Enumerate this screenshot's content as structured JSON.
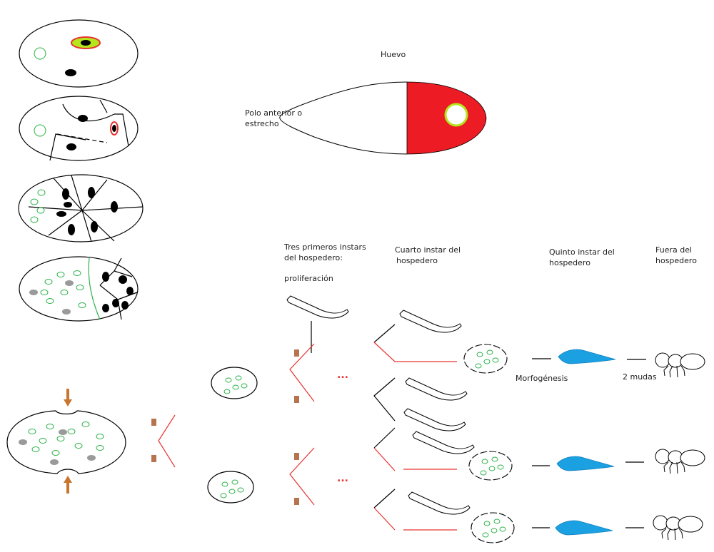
{
  "title": "Huevo",
  "egg_label": [
    "Polo anterior o",
    "estrecho"
  ],
  "columns": {
    "first": [
      "Tres primeros instars",
      "del hospedero:"
    ],
    "first_sub": "proliferación",
    "fourth": [
      "Cuarto instar del",
      "hospedero"
    ],
    "fifth": [
      "Quinto instar del",
      "hospedero"
    ],
    "outside": [
      "Fuera del",
      "hospedero"
    ]
  },
  "steps": {
    "morphogenesis": "Morfogénesis",
    "molts": "2 mudas"
  },
  "ellipsis": "...",
  "colors": {
    "posterior": "#ed1c24",
    "germ": "#b5e61d",
    "larva": "#1ba1e2",
    "cells": "#2db34a",
    "branch": "#e8332f"
  }
}
